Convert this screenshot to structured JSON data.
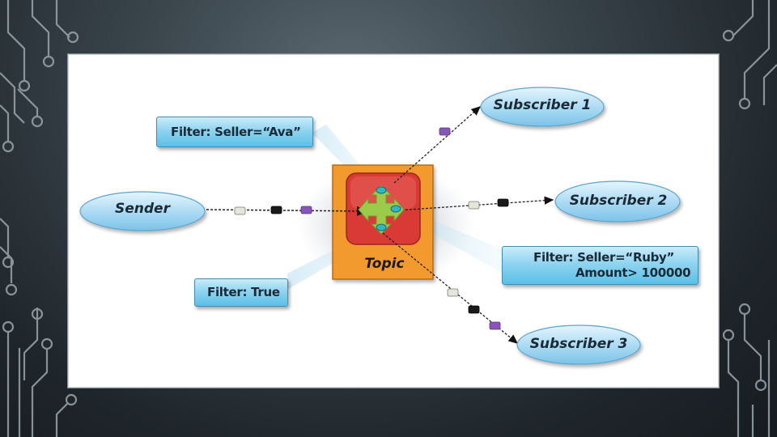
{
  "diagram": {
    "sender": "Sender",
    "topic": "Topic",
    "subscribers": [
      "Subscriber 1",
      "Subscriber 2",
      "Subscriber 3"
    ],
    "filters": {
      "ava": "Filter: Seller=“Ava”",
      "true": "Filter: True",
      "ruby_line1": "Filter: Seller=“Ruby”",
      "ruby_line2": "Amount> 100000"
    }
  },
  "colors": {
    "ellipse_fill": "#a9d9f2",
    "filter_fill": "#8fd4f0",
    "topic_outer": "#f39a2e",
    "topic_inner": "#d93a35",
    "hub": "#9acb4a",
    "message_purple": "#8a55b8",
    "message_black": "#1a1a1a",
    "message_white": "#e6e6d8",
    "slide_background": "#2e383e"
  },
  "icons": [
    "circuit-trace-decoration",
    "four-way-arrow-hub-icon",
    "message-envelope-icon"
  ]
}
